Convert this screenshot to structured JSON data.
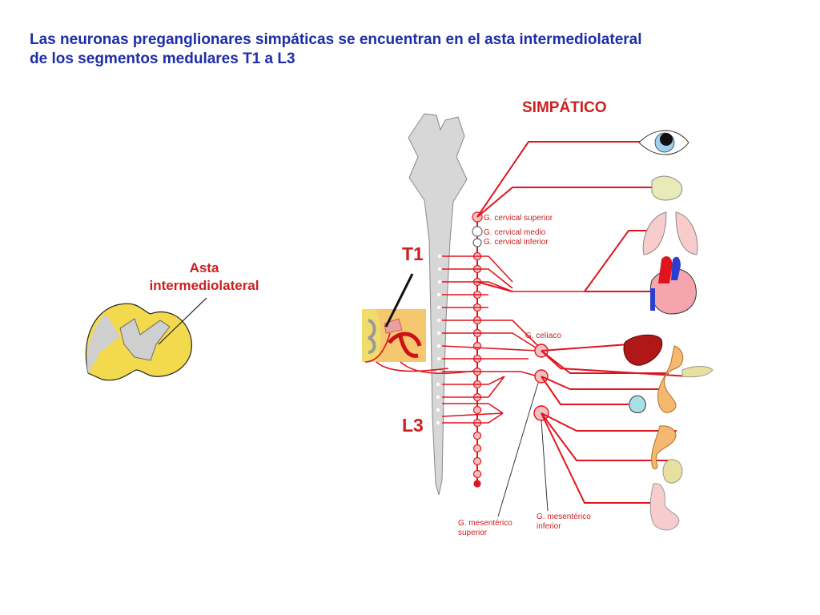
{
  "title": {
    "line1": "Las neuronas preganglionares simpáticas se encuentran en el asta intermediolateral",
    "line2": "de los segmentos medulares T1 a L3"
  },
  "left_label": {
    "line1": "Asta",
    "line2": "intermediolateral"
  },
  "diagram": {
    "system_label": "SIMPÁTICO",
    "segment_top": "T1",
    "segment_bottom": "L3",
    "ganglia": {
      "cervical_superior": "G. cervical superior",
      "cervical_medio": "G. cervical medio",
      "cervical_inferior": "G. cervical inferior",
      "celiaco": "G. celíaco",
      "mesenterico_superior_1": "G. mesentérico",
      "mesenterico_superior_2": "superior",
      "mesenterico_inferior_1": "G. mesentérico",
      "mesenterico_inferior_2": "inferior"
    },
    "colors": {
      "title": "#1d2ea8",
      "nerve": "#e0141e",
      "label": "#cc1f1f",
      "cord": "#d7d7d7",
      "gray_matter_bg": "#f0dc6a"
    }
  }
}
